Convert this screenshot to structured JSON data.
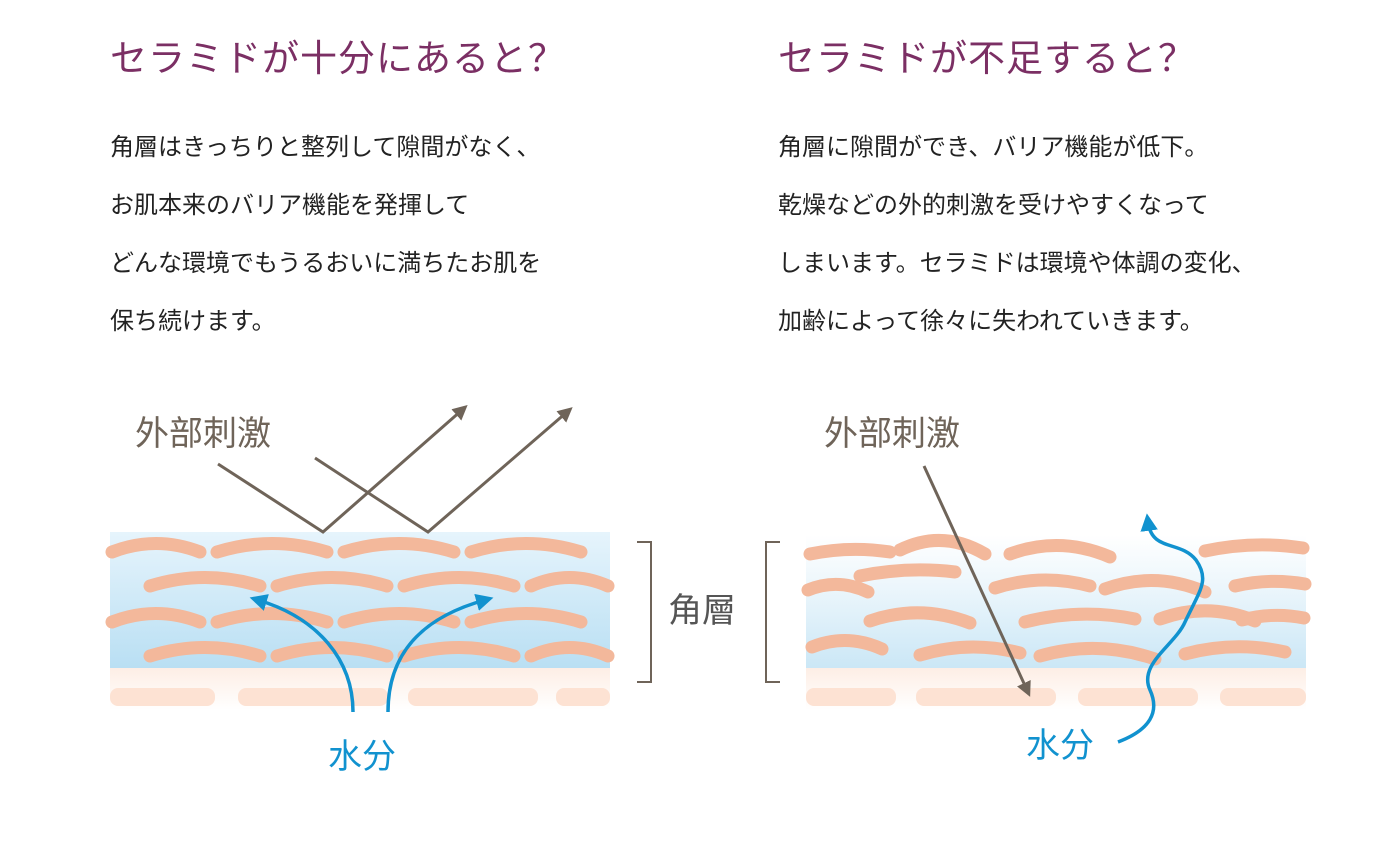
{
  "left": {
    "heading": "セラミドが十分にあると？",
    "lines": [
      "角層はきっちりと整列して隙間がなく、",
      "お肌本来のバリア機能を発揮して",
      "どんな環境でもうるおいに満ちたお肌を",
      "保ち続けます。"
    ],
    "label_stimulus": "外部刺激",
    "label_water": "水分"
  },
  "right": {
    "heading": "セラミドが不足すると？",
    "lines": [
      "角層に隙間ができ、バリア機能が低下。",
      "乾燥などの外的刺激を受けやすくなって",
      "しまいます。セラミドは環境や体調の変化、",
      "加齢によって徐々に失われていきます。"
    ],
    "label_stimulus": "外部刺激",
    "label_water": "水分"
  },
  "label_stratum_corneum": "角層",
  "colors": {
    "heading": "#7b2f64",
    "stimulus": "#6f6459",
    "water": "#1192cf",
    "ceramide": "#f2b79a",
    "layer_blue": "#cfe9f7",
    "base": "#fde8dc"
  },
  "icons": [
    "stimulus-arrow",
    "water-arrow",
    "bracket"
  ]
}
